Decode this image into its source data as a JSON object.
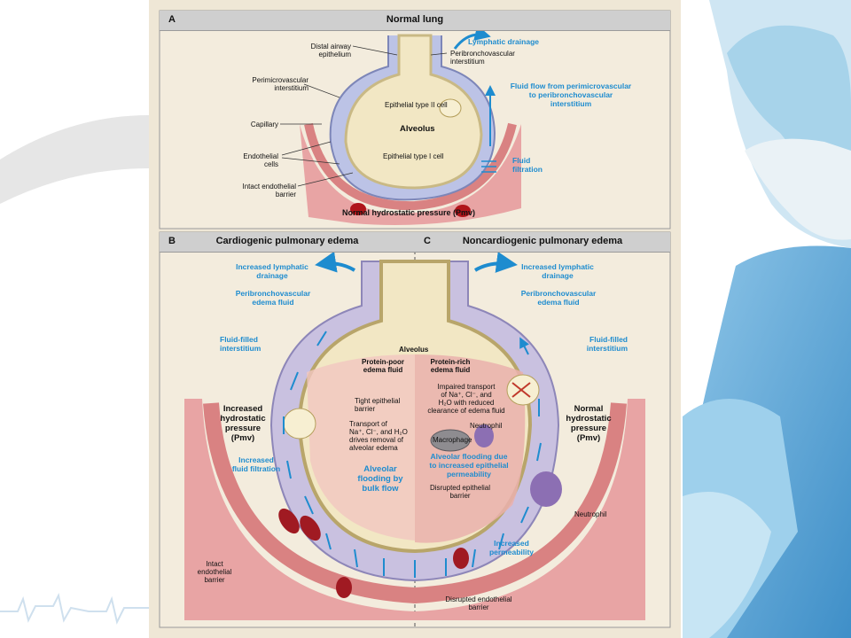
{
  "panel_a": {
    "letter": "A",
    "title": "Normal lung",
    "labels": {
      "distal_airway": "Distal airway\nepithelium",
      "lymphatic_drainage": "Lymphatic drainage",
      "peribronchovascular_interstitium": "Peribronchovascular\ninterstitium",
      "perimicrovascular_interstitium": "Perimicrovascular\ninterstitium",
      "fluid_flow": "Fluid flow from perimicrovascular\nto peribronchovascular\ninterstitium",
      "epithelial_type_2": "Epithelial type II cell",
      "alveolus": "Alveolus",
      "capillary": "Capillary",
      "endothelial_cells": "Endothelial\ncells",
      "epithelial_type_1": "Epithelial type I cell",
      "fluid_filtration": "Fluid\nfiltration",
      "intact_barrier": "Intact endothelial\nbarrier",
      "normal_pressure": "Normal hydrostatic pressure (Pmv)"
    }
  },
  "panel_b": {
    "letter": "B",
    "title": "Cardiogenic pulmonary edema",
    "labels": {
      "increased_lymphatic": "Increased lymphatic\ndrainage",
      "peribronchovascular_fluid": "Peribronchovascular\nedema fluid",
      "fluid_filled": "Fluid-filled\ninterstitium",
      "protein_poor": "Protein-poor\nedema fluid",
      "tight_barrier": "Tight epithelial\nbarrier",
      "increased_pressure": "Increased\nhydrostatic\npressure\n(Pmv)",
      "transport": "Transport of\nNa⁺, Cl⁻, and H₂O\ndrives removal of\nalveolar edema",
      "increased_filtration": "Increased\nfluid filtration",
      "bulk_flow": "Alveolar\nflooding by\nbulk flow",
      "intact_barrier": "Intact\nendothelial\nbarrier"
    }
  },
  "panel_c": {
    "letter": "C",
    "title": "Noncardiogenic pulmonary edema",
    "labels": {
      "alveolus": "Alveolus",
      "increased_lymphatic": "Increased lymphatic\ndrainage",
      "peribronchovascular_fluid": "Peribronchovascular\nedema fluid",
      "fluid_filled": "Fluid-filled\ninterstitium",
      "protein_rich": "Protein-rich\nedema fluid",
      "impaired_transport": "Impaired transport\nof Na⁺, Cl⁻, and\nH₂O with reduced\nclearance of edema fluid",
      "normal_pressure": "Normal\nhydrostatic\npressure\n(Pmv)",
      "neutrophil_inner": "Neutrophil",
      "macrophage": "Macrophage",
      "alveolar_flooding": "Alveolar flooding due\nto increased epithelial\npermeability",
      "disrupted_epithelial": "Disrupted epithelial\nbarrier",
      "neutrophil_outer": "Neutrophil",
      "increased_permeability": "Increased\npermeability",
      "disrupted_endothelial": "Disrupted endothelial\nbarrier"
    }
  },
  "colors": {
    "label_blue": "#1e8ccf",
    "tissue_pink": "#e8a4a4",
    "interstitium_lavender": "#bcc3e6",
    "alveolus_cream": "#f2e7c4",
    "header_gray": "#cfcfcf"
  }
}
